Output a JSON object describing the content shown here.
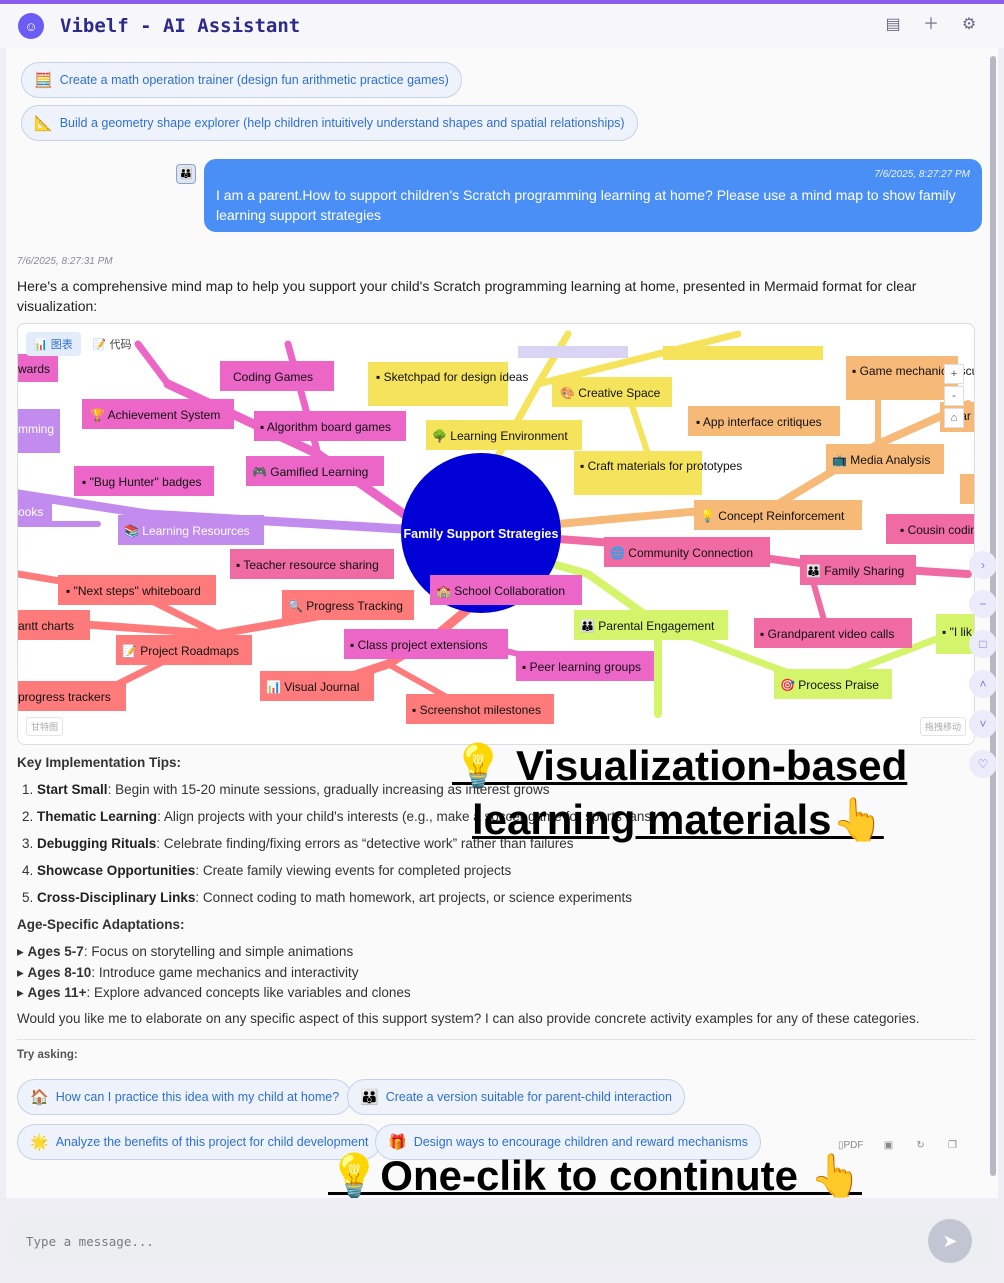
{
  "app": {
    "title": "Vibelf - AI Assistant"
  },
  "suggestions_top": [
    {
      "icon": "🧮",
      "label": "Create a math operation trainer (design fun arithmetic practice games)"
    },
    {
      "icon": "📐",
      "label": "Build a geometry shape explorer (help children intuitively understand shapes and spatial relationships)"
    }
  ],
  "user_message": {
    "timestamp": "7/6/2025, 8:27:27 PM",
    "line1": "I am a parent.How to support children's Scratch programming learning at home? Please use a mind map to show family",
    "line2": "learning support strategies"
  },
  "assistant": {
    "timestamp": "7/6/2025, 8:27:31 PM",
    "intro": "Here's a comprehensive mind map to help you support your child's Scratch programming learning at home, presented in Mermaid format for clear visualization:"
  },
  "mindmap": {
    "tabs": [
      "📊 图表",
      "📝 代码"
    ],
    "footer_left": "甘特图",
    "footer_right": "拖拽移动",
    "zoom": [
      "+",
      "-",
      "⌂"
    ],
    "root": "Family Support Strategies",
    "nodes": [
      "Coding Games",
      "🏆 Achievement System",
      "▪ Algorithm board games",
      "🎮 Gamified Learning",
      "▪ \"Bug Hunter\" badges",
      "📚 Learning Resources",
      "▪ Teacher resource sharing",
      "▪ \"Next steps\" whiteboard",
      "🔍 Progress Tracking",
      "🏫 School Collaboration",
      "📝 Project Roadmaps",
      "▪ Class project extensions",
      "📊 Visual Journal",
      "▪ Screenshot milestones",
      "▪ Peer learning groups",
      "👪 Parental Engagement",
      "🎯 Process Praise",
      "▪ Grandparent video calls",
      "👪 Family Sharing",
      "▪ Cousin codin",
      "🌐 Community Connection",
      "💡 Concept Reinforcement",
      "📺 Media Analysis",
      "▪ App interface critiques",
      "▪ Game mechanic discussions",
      "🎨 Creative Space",
      "▪ Sketchpad for design ideas",
      "🌳 Learning Environment",
      "▪ Craft materials for prototypes",
      "wards",
      "mming",
      "ooks",
      "antt charts",
      "progress trackers",
      "▪ \"I lik",
      "▪ Car"
    ]
  },
  "tips": {
    "title": "Key Implementation Tips:",
    "items": [
      {
        "num": "1.",
        "bold": "Start Small",
        "text": ": Begin with 15-20 minute sessions, gradually increasing as interest grows"
      },
      {
        "num": "2.",
        "bold": "Thematic Learning",
        "text": ": Align projects with your child's interests (e.g., make a soccer game for sports fans)"
      },
      {
        "num": "3.",
        "bold": "Debugging Rituals",
        "text": ": Celebrate finding/fixing errors as “detective work” rather than failures"
      },
      {
        "num": "4.",
        "bold": "Showcase Opportunities",
        "text": ": Create family viewing events for completed projects"
      },
      {
        "num": "5.",
        "bold": "Cross-Disciplinary Links",
        "text": ": Connect coding to math homework, art projects, or science experiments"
      }
    ]
  },
  "ages": {
    "title": "Age-Specific Adaptations:",
    "items": [
      {
        "bold": "Ages 5-7",
        "text": ": Focus on storytelling and simple animations"
      },
      {
        "bold": "Ages 8-10",
        "text": ": Introduce game mechanics and interactivity"
      },
      {
        "bold": "Ages 11+",
        "text": ": Explore advanced concepts like variables and clones"
      }
    ]
  },
  "closing": "Would you like me to elaborate on any specific aspect of this support system? I can also provide concrete activity examples for any of these categories.",
  "try_asking": {
    "label": "Try asking:",
    "chips": [
      {
        "icon": "🏠",
        "label": "How can I practice this idea with my child at home?"
      },
      {
        "icon": "👪",
        "label": "Create a version suitable for parent-child interaction"
      },
      {
        "icon": "🌟",
        "label": "Analyze the benefits of this project for child development"
      },
      {
        "icon": "🎁",
        "label": "Design ways to encourage children and reward mechanisms"
      }
    ]
  },
  "msg_tools": {
    "pdf": "PDF"
  },
  "overlays": {
    "top_line1": "💡 Visualization-based",
    "top_line2": "learning materials👆",
    "bottom": "💡One-clik to continute 👆"
  },
  "input": {
    "placeholder": "Type a message..."
  },
  "colors": {
    "accent": "#8a5cf0",
    "user_bubble": "#4a8ff5",
    "link": "#2f6fd1"
  }
}
